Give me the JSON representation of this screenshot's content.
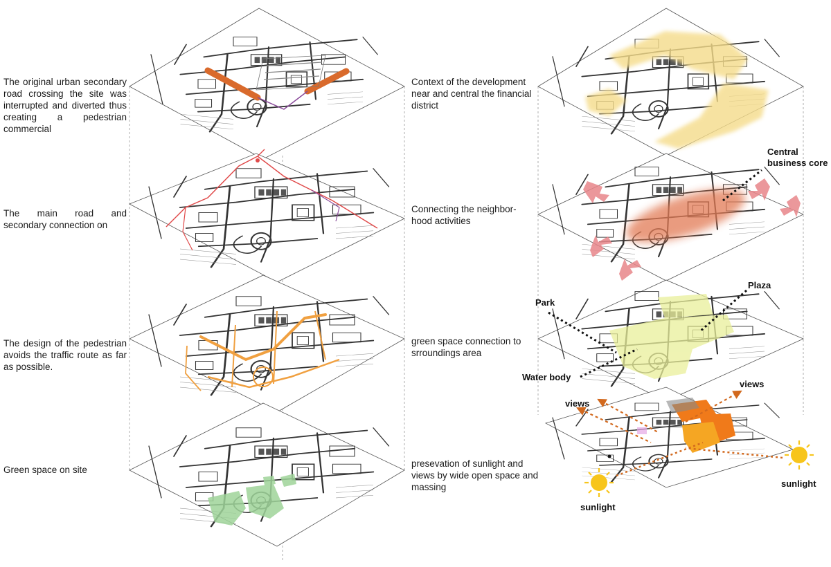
{
  "captions_left": [
    "The original urban secondary road crossing the site was interrupted and diverted thus creating a pedestrian commercial",
    "The main road and secondary connection on",
    "The design of the pedestrian avoids the traffic route as far as possible.",
    "Green space on site"
  ],
  "captions_right": [
    "Context of the development near and central the financial district",
    "Connecting the neighbor-hood activities",
    "green space connection to srroundings area",
    "presevation of sunlight and views by wide open space and massing"
  ],
  "annotations": {
    "central_business_core": "Central business core",
    "park": "Park",
    "plaza": "Plaza",
    "water_body": "Water body",
    "views_left": "views",
    "views_right": "views",
    "sunlight_left": "sunlight",
    "sunlight_right": "sunlight"
  },
  "colors": {
    "road_orange": "#d96a2c",
    "main_road_red": "#e04a4a",
    "secondary_purple": "#8a4a9a",
    "pedestrian_orange": "#f0a040",
    "green_space": "#9fd49a",
    "context_yellow": "#f5dc8a",
    "business_core": "#e27a55",
    "neighborhood_arrow": "#e8868a",
    "green_connection": "#e9ef9a",
    "massing_orange": "#f07a1a",
    "massing_amber": "#f5a623",
    "view_arrow": "#d2691e",
    "sun": "#f7c51b"
  }
}
